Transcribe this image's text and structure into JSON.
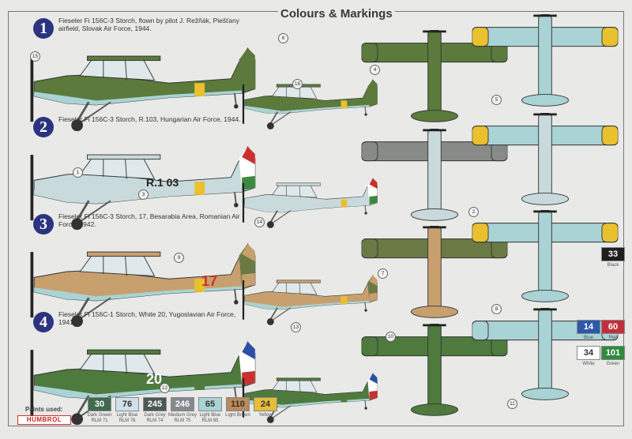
{
  "title": "Colours & Markings",
  "schemes": [
    {
      "number": "1",
      "caption": "Fieseler Fi 156C-3 Storch, flown by pilot J. Režňák, Piešťany airfield, Slovak Air Force, 1944.",
      "colors": {
        "top": "#5b7a3c",
        "under": "#a9d3d4",
        "band": "#e9c12e",
        "rudder1": "#5b7a3c",
        "rudder2": "#5b7a3c",
        "rudder3": "#5b7a3c",
        "wingtop": "#5b7a3c",
        "wingunder": "#a9d3d4",
        "tips": "#e9c12e"
      }
    },
    {
      "number": "2",
      "caption": "Fieseler Fi 156C-3 Storch, R.103, Hungarian Air Force, 1944.",
      "code": "R.1 03",
      "colors": {
        "top": "#c9dadd",
        "under": "#c9dadd",
        "band": "#e9c12e",
        "rudder1": "#c8312f",
        "rudder2": "#ffffff",
        "rudder3": "#3b8a3f",
        "wingtop": "#888a88",
        "wingunder": "#a9d3d4",
        "tips": "#e9c12e"
      }
    },
    {
      "number": "3",
      "caption": "Fieseler Fi 156C-3 Storch, 17, Besarabia Area, Romanian Air Force, 1942.",
      "code": "17",
      "colors": {
        "top": "#c8a06e",
        "under": "#a9d3d4",
        "band": "#e9c12e",
        "rudder1": "#c8a06e",
        "rudder2": "#6b7a45",
        "rudder3": "#c8a06e",
        "wingtop": "#6b7a45",
        "wingunder": "#a9d3d4",
        "tips": "#e9c12e"
      }
    },
    {
      "number": "4",
      "caption": "Fieseler Fi 156C-1 Storch, White 20, Yugoslavian Air Force, 1941.",
      "code": "20",
      "colors": {
        "top": "#4f7a3e",
        "under": "#a9d3d4",
        "band": "#4f7a3e",
        "rudder1": "#2c4fa6",
        "rudder2": "#ffffff",
        "rudder3": "#c8312f",
        "wingtop": "#4f7a3e",
        "wingunder": "#a9d3d4",
        "tips": "#a9d3d4"
      }
    }
  ],
  "callouts": [
    "1",
    "2",
    "3",
    "4",
    "5",
    "6",
    "7",
    "8",
    "9",
    "10",
    "11",
    "12",
    "13",
    "14",
    "15",
    "16"
  ],
  "paints_label": "Paints used:",
  "brand": "HUMBROL",
  "paints": [
    {
      "code": "30",
      "name": "Dark Green RLM 71",
      "color": "#3f6a4e"
    },
    {
      "code": "76",
      "name": "Light Blue RLM 76",
      "color": "#cfe0ea"
    },
    {
      "code": "245",
      "name": "Dark Grey RLM 74",
      "color": "#4b5a58"
    },
    {
      "code": "246",
      "name": "Medium Grey RLM 75",
      "color": "#858a8c"
    },
    {
      "code": "65",
      "name": "Light Blue RLM 65",
      "color": "#a9d3d4"
    },
    {
      "code": "110",
      "name": "Light Brown",
      "color": "#b98a5a"
    },
    {
      "code": "24",
      "name": "Yellow",
      "color": "#e6bc38"
    },
    {
      "code": "33",
      "name": "Black",
      "color": "#1e1e1e"
    },
    {
      "code": "14",
      "name": "Blue",
      "color": "#2c5aa8"
    },
    {
      "code": "60",
      "name": "Red",
      "color": "#c0303a"
    },
    {
      "code": "34",
      "name": "White",
      "color": "#ffffff"
    },
    {
      "code": "101",
      "name": "Green",
      "color": "#2f8a3e"
    }
  ]
}
